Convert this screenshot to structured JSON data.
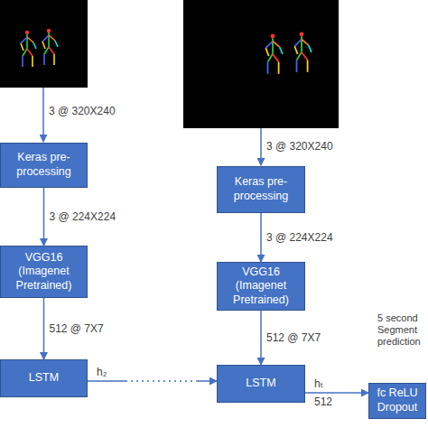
{
  "diagram": {
    "nodes": [
      {
        "text": [
          "Keras pre-processing"
        ]
      },
      {
        "text": [
          "VGG16 (Imagenet Pretrained)"
        ]
      },
      {
        "text": [
          "LSTM"
        ]
      },
      {
        "text": [
          "Keras pre-processing"
        ]
      },
      {
        "text": [
          "VGG16 (Imagenet Pretrained)"
        ]
      },
      {
        "text": [
          "LSTM"
        ]
      },
      {
        "text": [
          "fc ReLU Dropout"
        ]
      }
    ],
    "edges": [
      {
        "from": 0,
        "to": 1,
        "arrow": "to",
        "label": "3 @ 224X224"
      },
      {
        "from": 1,
        "to": 2,
        "arrow": "to",
        "label": "512 @ 7X7"
      },
      {
        "from": 2,
        "to": 5,
        "arrow": "to",
        "label": "h₂"
      },
      {
        "from": 3,
        "to": 4,
        "arrow": "to",
        "label": "3 @ 224X224"
      },
      {
        "from": 4,
        "to": 5,
        "arrow": "to",
        "label": "512 @ 7X7"
      },
      {
        "from": 5,
        "to": 6,
        "arrow": "to",
        "label": "hₜ"
      }
    ],
    "labels": [
      "3 @ 320X240",
      "3 @ 320X240",
      "512",
      "5 second Segment prediction"
    ]
  }
}
